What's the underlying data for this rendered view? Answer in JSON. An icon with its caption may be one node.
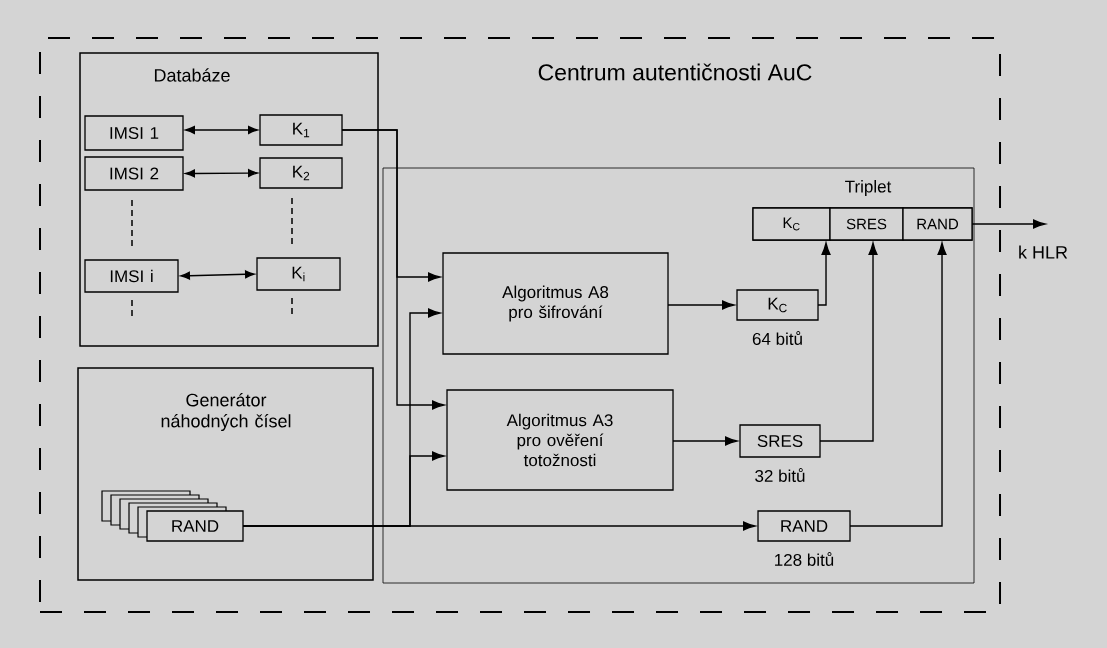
{
  "diagram": {
    "nodes": [
      {
        "text": [
          "Centrum autentičnosti  AuC"
        ]
      },
      {
        "text": [
          "Databáze"
        ],
        "in": 0
      },
      {
        "text": [
          "IMSI  1"
        ],
        "in": 1
      },
      {
        "text": [
          "K$_{1}$"
        ],
        "in": 1
      },
      {
        "text": [
          "IMSI  2"
        ],
        "in": 1
      },
      {
        "text": [
          "K$_{2}$"
        ],
        "in": 1
      },
      {
        "text": [
          "IMSI  i"
        ],
        "in": 1
      },
      {
        "text": [
          "K$_{i}$"
        ],
        "in": 1
      },
      {
        "text": [
          "Generátor náhodných čísel"
        ],
        "in": 0
      },
      {
        "text": [
          "RAND"
        ],
        "in": 8
      },
      {
        "text": [],
        "shape": "box",
        "in": 0
      },
      {
        "text": [
          "Triplet"
        ],
        "in": 10
      },
      {
        "text": [
          "K$_{C}$"
        ],
        "in": 11
      },
      {
        "text": [
          "SRES"
        ],
        "in": 11
      },
      {
        "text": [
          "RAND"
        ],
        "in": 11
      },
      {
        "text": [
          "Algoritmus  A8 pro šifrování"
        ],
        "in": 10
      },
      {
        "text": [
          "Algoritmus  A3 pro ověření totožnosti"
        ],
        "in": 10
      },
      {
        "text": [
          "K$_{C}$"
        ],
        "beside": [
          "64 bitů"
        ],
        "in": 10
      },
      {
        "text": [
          "SRES"
        ],
        "beside": [
          "32 bitů"
        ],
        "in": 10
      },
      {
        "text": [
          "RAND"
        ],
        "beside": [
          "128 bitů"
        ],
        "in": 10
      }
    ],
    "edges": [
      {
        "from": 2,
        "to": 3,
        "arrow": "both"
      },
      {
        "from": 4,
        "to": 5,
        "arrow": "both"
      },
      {
        "from": 6,
        "to": 7,
        "arrow": "both"
      },
      {
        "from": 3,
        "to": 15,
        "arrow": "to"
      },
      {
        "from": 3,
        "to": 16,
        "arrow": "to"
      },
      {
        "from": 9,
        "to": 15,
        "arrow": "to"
      },
      {
        "from": 9,
        "to": 16,
        "arrow": "to"
      },
      {
        "from": 9,
        "to": 19,
        "arrow": "to"
      },
      {
        "from": 15,
        "to": 17,
        "arrow": "to"
      },
      {
        "from": 16,
        "to": 18,
        "arrow": "to"
      },
      {
        "from": 17,
        "to": 12,
        "arrow": "to"
      },
      {
        "from": 18,
        "to": 13,
        "arrow": "to"
      },
      {
        "from": 19,
        "to": 14,
        "arrow": "to"
      },
      {
        "from": 11,
        "to": null,
        "arrow": "to",
        "label": "k HLR"
      }
    ]
  }
}
